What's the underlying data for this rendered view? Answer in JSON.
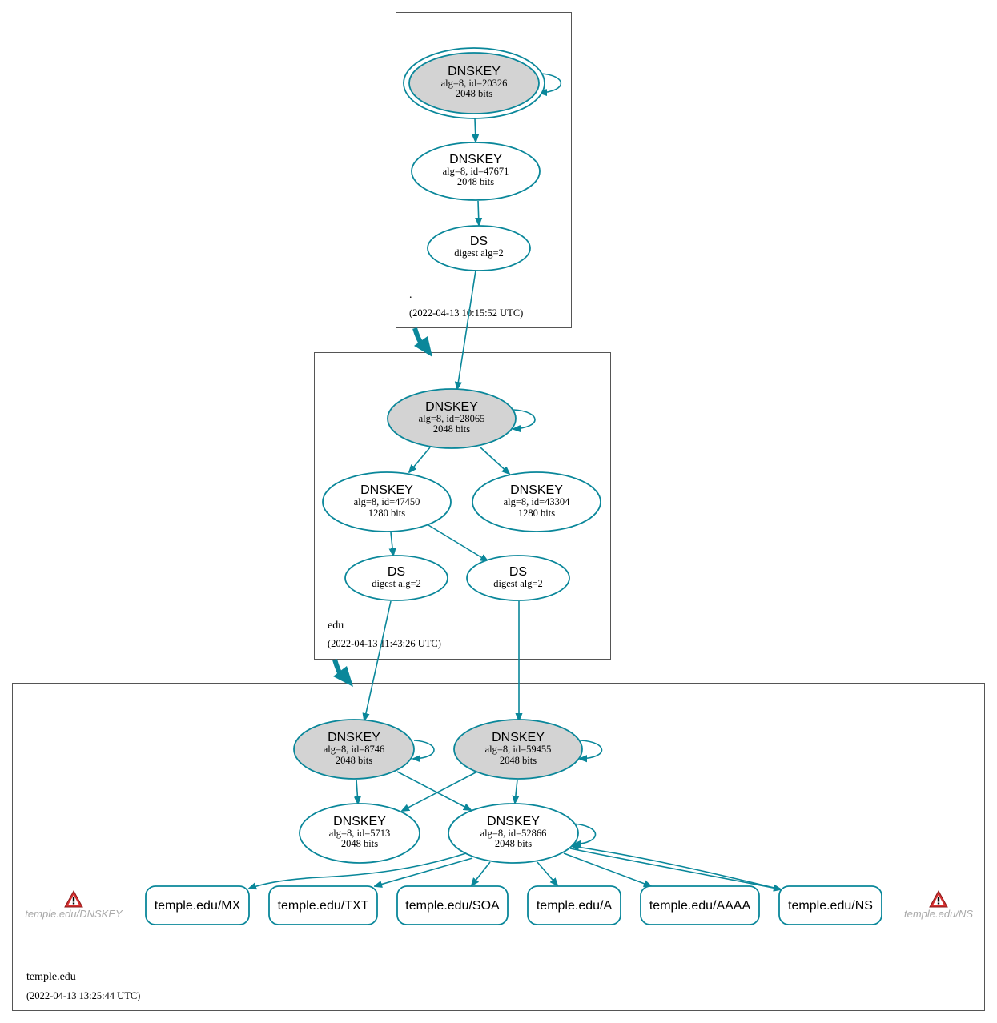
{
  "zones": {
    "root": {
      "name": ".",
      "timestamp": "(2022-04-13 10:15:52 UTC)"
    },
    "edu": {
      "name": "edu",
      "timestamp": "(2022-04-13 11:43:26 UTC)"
    },
    "temple": {
      "name": "temple.edu",
      "timestamp": "(2022-04-13 13:25:44 UTC)"
    }
  },
  "nodes": {
    "root_ksk": {
      "title": "DNSKEY",
      "line1": "alg=8, id=20326",
      "line2": "2048 bits"
    },
    "root_zsk": {
      "title": "DNSKEY",
      "line1": "alg=8, id=47671",
      "line2": "2048 bits"
    },
    "root_ds": {
      "title": "DS",
      "line1": "digest alg=2"
    },
    "edu_ksk": {
      "title": "DNSKEY",
      "line1": "alg=8, id=28065",
      "line2": "2048 bits"
    },
    "edu_zsk1": {
      "title": "DNSKEY",
      "line1": "alg=8, id=47450",
      "line2": "1280 bits"
    },
    "edu_zsk2": {
      "title": "DNSKEY",
      "line1": "alg=8, id=43304",
      "line2": "1280 bits"
    },
    "edu_ds1": {
      "title": "DS",
      "line1": "digest alg=2"
    },
    "edu_ds2": {
      "title": "DS",
      "line1": "digest alg=2"
    },
    "tem_ksk1": {
      "title": "DNSKEY",
      "line1": "alg=8, id=8746",
      "line2": "2048 bits"
    },
    "tem_ksk2": {
      "title": "DNSKEY",
      "line1": "alg=8, id=59455",
      "line2": "2048 bits"
    },
    "tem_zsk1": {
      "title": "DNSKEY",
      "line1": "alg=8, id=5713",
      "line2": "2048 bits"
    },
    "tem_zsk2": {
      "title": "DNSKEY",
      "line1": "alg=8, id=52866",
      "line2": "2048 bits"
    }
  },
  "rrsets": {
    "mx": "temple.edu/MX",
    "txt": "temple.edu/TXT",
    "soa": "temple.edu/SOA",
    "a": "temple.edu/A",
    "aaaa": "temple.edu/AAAA",
    "ns": "temple.edu/NS"
  },
  "warnings": {
    "dnskey": "temple.edu/DNSKEY",
    "ns": "temple.edu/NS"
  },
  "colors": {
    "edge": "#0a879a",
    "ksk_fill": "#d3d3d3",
    "warning_red": "#d32f2f",
    "warning_label": "#a9a9a9"
  }
}
